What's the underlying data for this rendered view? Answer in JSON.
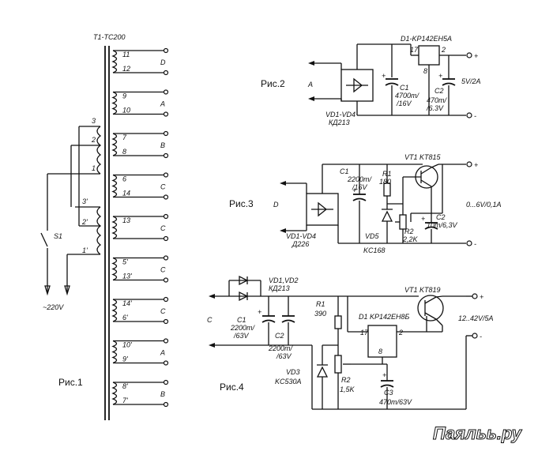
{
  "transformer": {
    "title": "T1-TC200",
    "secondary": [
      {
        "top": "11",
        "bot": "12",
        "out": "D"
      },
      {
        "top": "9",
        "bot": "10",
        "out": "A"
      },
      {
        "top": "7",
        "bot": "8",
        "out": "B"
      },
      {
        "top": "6",
        "bot": "14",
        "out": "C"
      },
      {
        "top": "13",
        "bot": "",
        "out": "C"
      },
      {
        "top": "5'",
        "bot": "13'",
        "out": "C"
      },
      {
        "top": "14'",
        "bot": "6'",
        "out": "C"
      },
      {
        "top": "10'",
        "bot": "9'",
        "out": "A"
      },
      {
        "top": "8'",
        "bot": "7'",
        "out": "B"
      }
    ],
    "primary1": [
      "3",
      "2",
      "1"
    ],
    "primary2": [
      "3'",
      "2'",
      "1'"
    ],
    "switch": "S1",
    "mains": "~220V",
    "fig": "Рис.1"
  },
  "fig2": {
    "fig": "Рис.2",
    "input": "A",
    "ic": "D1-KP142EH5A",
    "pin17": "17",
    "pin2": "2",
    "pin8": "8",
    "c1": "C1",
    "c1v": "4700m/",
    "c1u": "/16V",
    "c2": "C2",
    "c2v": "470m/",
    "c2u": "/6.3V",
    "bridge": "VD1-VD4",
    "bridge_type": "КД213",
    "out": "5V/2A",
    "plus": "+",
    "minus": "-"
  },
  "fig3": {
    "fig": "Рис.3",
    "input": "D",
    "vt": "VT1 KT815",
    "c1": "C1",
    "c1v": "2200m/",
    "c1u": "/16V",
    "r1": "R1",
    "r1v": "180",
    "r2": "R2",
    "r2v": "2,2K",
    "c2": "C2",
    "c2v": "10m/6,3V",
    "vd5": "VD5",
    "vd5t": "KC168",
    "bridge": "VD1-VD4",
    "bridge_type": "Д226",
    "out": "0...6V/0,1A",
    "plus": "+",
    "minus": "-"
  },
  "fig4": {
    "fig": "Рис.4",
    "input": "C",
    "diodes": "VD1,VD2",
    "diodes_type": "КД213",
    "vt": "VT1 KT819",
    "c1": "C1",
    "c1v": "2200m/",
    "c1u": "/63V",
    "c2": "C2",
    "c2v": "2200m/",
    "c2u": "/63V",
    "r1": "R1",
    "r1v": "390",
    "ic": "D1 KP142EH8Б",
    "pin17": "17",
    "pin2": "2",
    "pin8": "8",
    "vd3": "VD3",
    "vd3t": "KC530A",
    "r2": "R2",
    "r2v": "1,5K",
    "c3": "C3",
    "c3v": "470m/63V",
    "out": "12..42V/5A",
    "plus": "+",
    "minus": "-"
  },
  "watermark": "Паяльь.ру"
}
